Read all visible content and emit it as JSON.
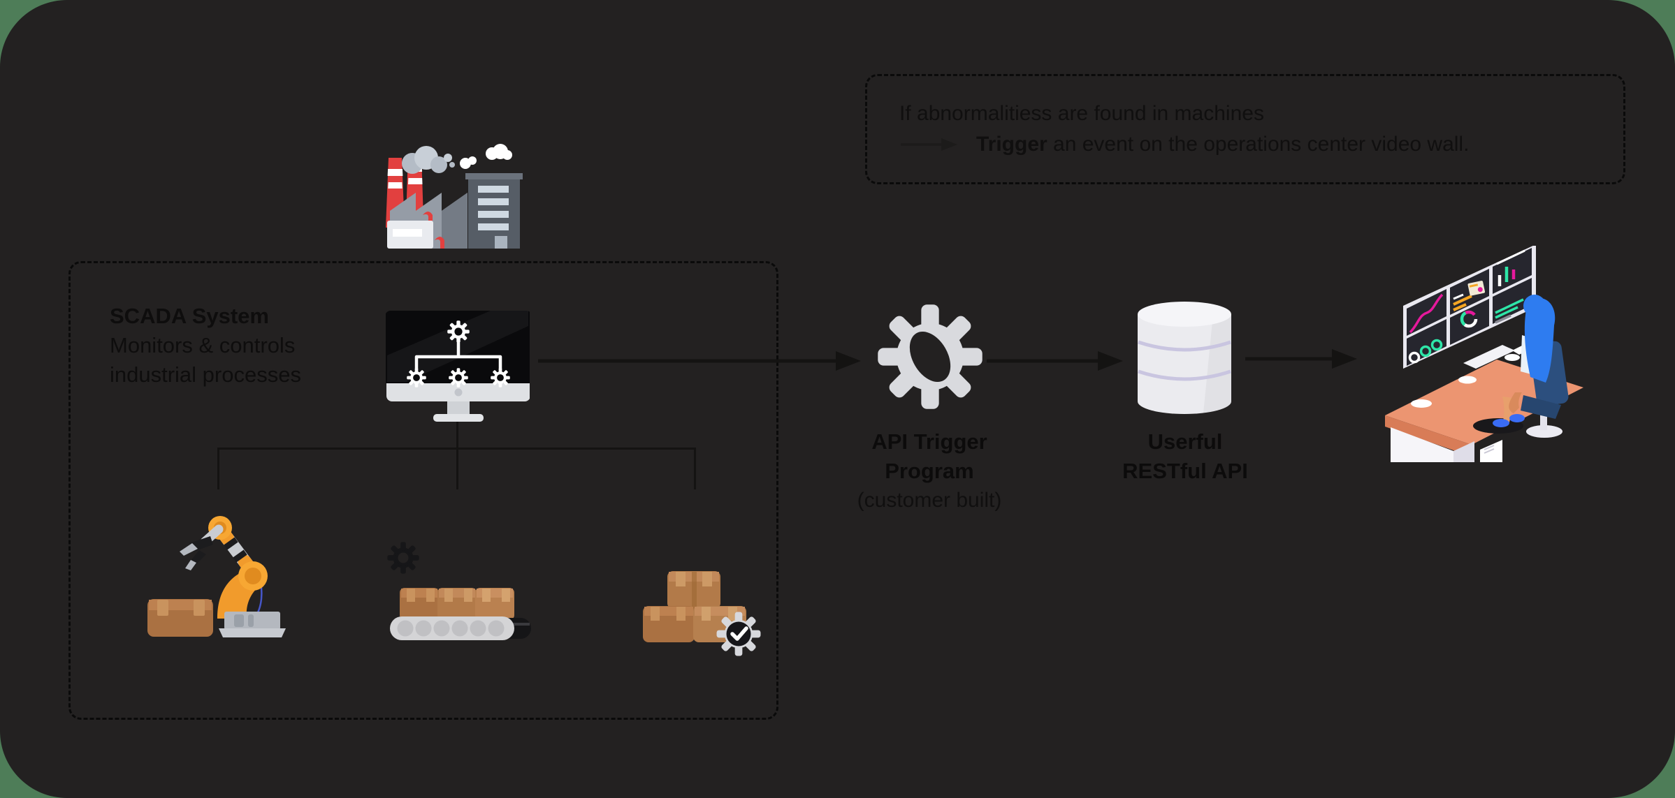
{
  "note_box": {
    "line1": "If abnormalitiess are found in machines",
    "trigger_bold": "Trigger",
    "line2_rest": " an event on the operations center video wall."
  },
  "scada_box": {
    "title": "SCADA System",
    "desc1": "Monitors & controls",
    "desc2": "industrial processes"
  },
  "api_trigger": {
    "line1": "API Trigger",
    "line2": "Program",
    "note": "(customer built)"
  },
  "userful": {
    "line1": "Userful",
    "line2": "RESTful API"
  },
  "icons": {
    "factory-icon": "industrial factory with red chimneys and smoke",
    "scada-monitor-icon": "desktop monitor showing gear hierarchy",
    "robot-arm-icon": "orange robotic arm picking a cardboard box",
    "conveyor-belt-icon": "boxes on conveyor belt with black gear",
    "packages-check-icon": "stacked boxes with quality-check gear",
    "api-gear-icon": "large light gray gear",
    "database-icon": "white database cylinder",
    "operations-center-illustration": "operator at desk facing six-screen video wall",
    "long-arrow-icon": "long right arrow"
  },
  "colors": {
    "page_bg": "#4e7d58",
    "card_bg": "#232121",
    "dashed_border": "#0a0a0a",
    "text": "#100f0f",
    "arrow": "#141312",
    "factory_red": "#e2403f",
    "robot_orange": "#f19b2c",
    "box_brown": "#aa7142",
    "gear_gray": "#d9dade",
    "database_white": "#ebebef",
    "desk_orange": "#ec9571",
    "hair_blue": "#2e7cf0",
    "chart_green": "#2ee6a8",
    "chart_magenta": "#e6199c",
    "chart_orange": "#f5a623"
  }
}
